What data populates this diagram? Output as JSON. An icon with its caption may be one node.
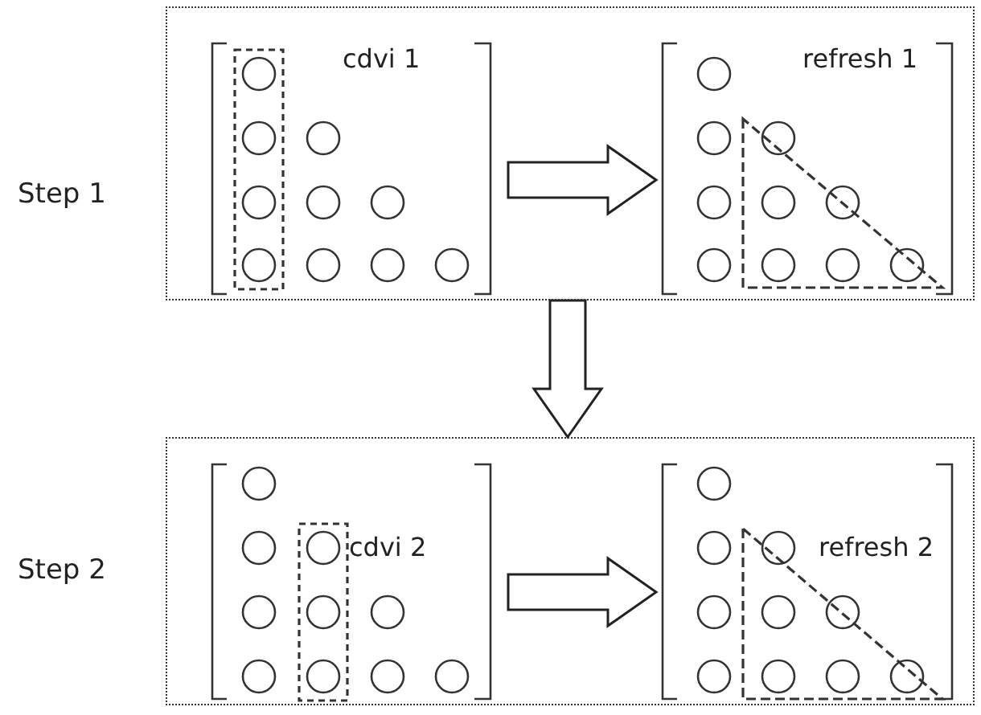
{
  "diagram": {
    "nodes": [
      {
        "text": [
          "Step 1"
        ]
      },
      {
        "text": [
          "cdvi 1"
        ],
        "in": 0
      },
      {
        "text": [
          "refresh 1"
        ],
        "in": 0
      },
      {
        "text": [
          "Step 2"
        ]
      },
      {
        "text": [
          "cdvi 2"
        ],
        "in": 3
      },
      {
        "text": [
          "refresh 2"
        ],
        "in": 3
      }
    ],
    "edges": [
      {
        "from": 1,
        "to": 2,
        "arrow": "to"
      },
      {
        "from": 0,
        "to": 3,
        "arrow": "to"
      },
      {
        "from": 4,
        "to": 5,
        "arrow": "to"
      }
    ]
  }
}
